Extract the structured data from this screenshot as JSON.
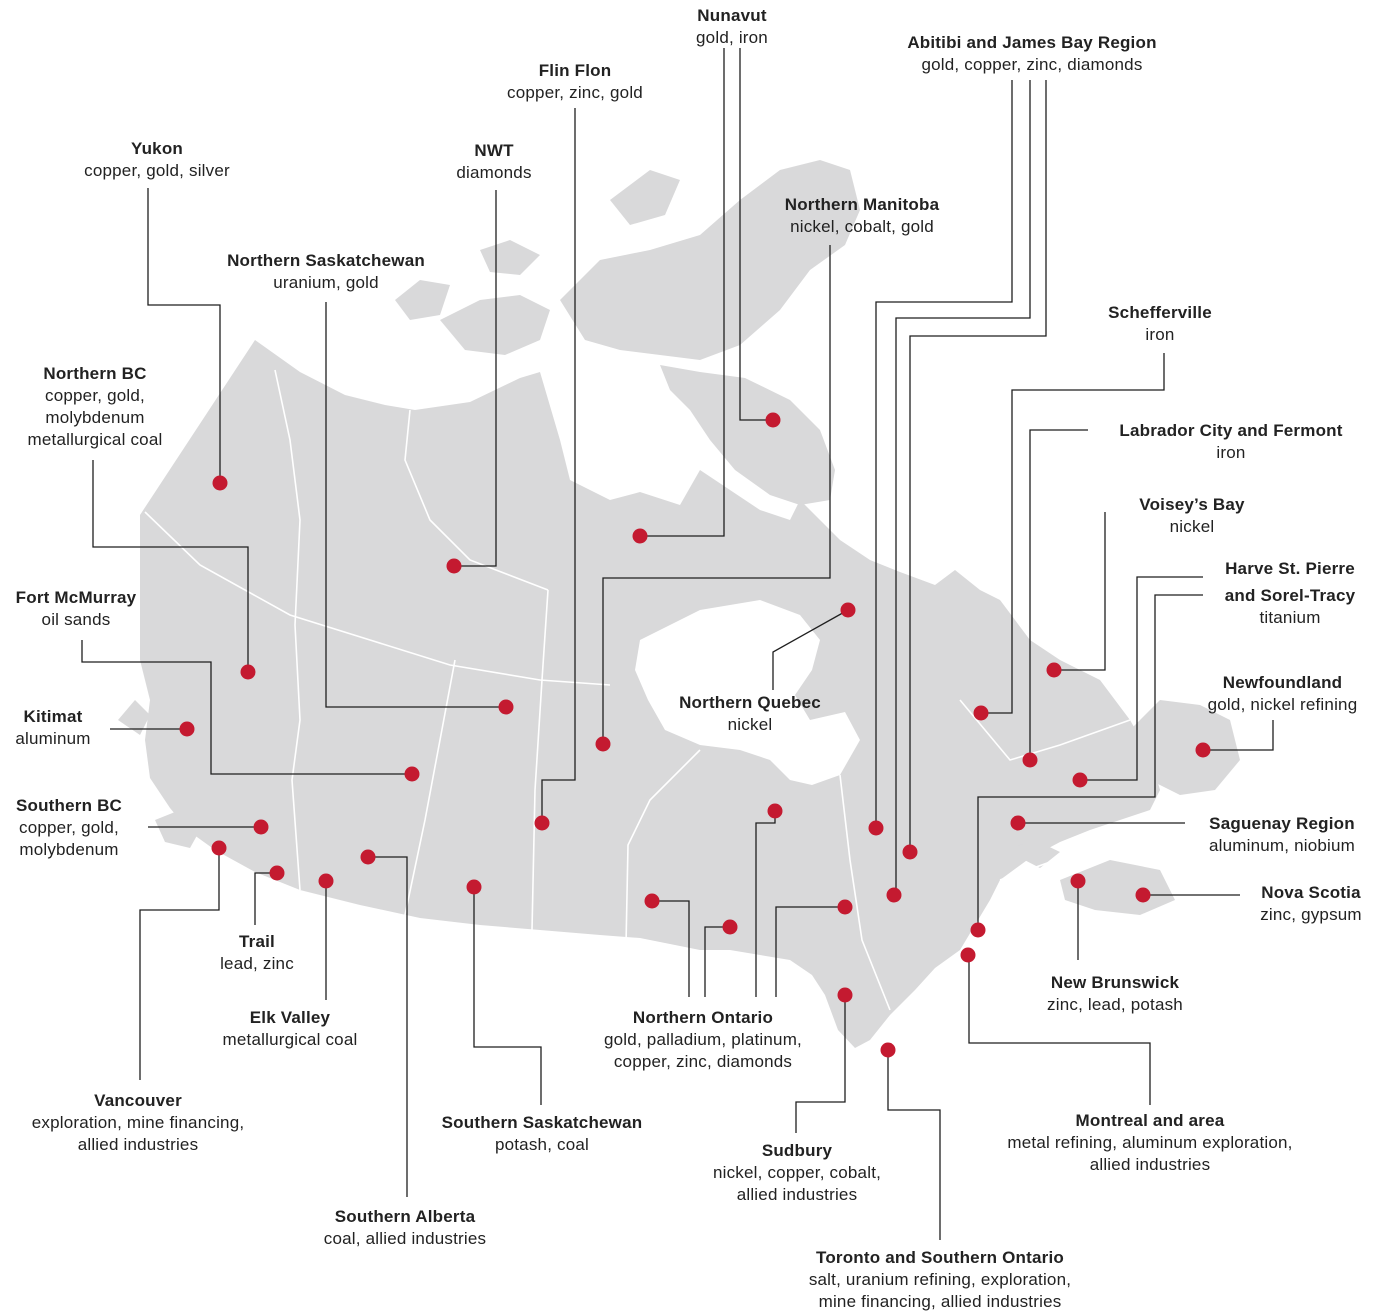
{
  "regions": [
    {
      "id": "nunavut",
      "name": "Nunavut",
      "minerals": "gold, iron"
    },
    {
      "id": "abitibi",
      "name": "Abitibi and James Bay Region",
      "minerals": "gold, copper, zinc, diamonds"
    },
    {
      "id": "flinflon",
      "name": "Flin Flon",
      "minerals": "copper, zinc, gold"
    },
    {
      "id": "yukon",
      "name": "Yukon",
      "minerals": "copper, gold, silver"
    },
    {
      "id": "nwt",
      "name": "NWT",
      "minerals": "diamonds"
    },
    {
      "id": "nman",
      "name": "Northern Manitoba",
      "minerals": "nickel, cobalt, gold"
    },
    {
      "id": "nsask",
      "name": "Northern Saskatchewan",
      "minerals": "uranium, gold"
    },
    {
      "id": "schefferville",
      "name": "Schefferville",
      "minerals": "iron"
    },
    {
      "id": "nbc",
      "name": "Northern BC",
      "minerals": "copper, gold,\nmolybdenum\nmetallurgical coal"
    },
    {
      "id": "labrador",
      "name": "Labrador City and Fermont",
      "minerals": "iron"
    },
    {
      "id": "voisey",
      "name": "Voisey’s Bay",
      "minerals": "nickel"
    },
    {
      "id": "harve",
      "name": "Harve St. Pierre\nand Sorel-Tracy",
      "minerals": "titanium"
    },
    {
      "id": "fortmc",
      "name": "Fort McMurray",
      "minerals": "oil sands"
    },
    {
      "id": "kitimat",
      "name": "Kitimat",
      "minerals": "aluminum"
    },
    {
      "id": "nquebec",
      "name": "Northern Quebec",
      "minerals": "nickel"
    },
    {
      "id": "newfoundland",
      "name": "Newfoundland",
      "minerals": "gold, nickel refining"
    },
    {
      "id": "sbc",
      "name": "Southern BC",
      "minerals": "copper, gold,\nmolybdenum"
    },
    {
      "id": "saguenay",
      "name": "Saguenay Region",
      "minerals": "aluminum, niobium"
    },
    {
      "id": "novascotia",
      "name": "Nova Scotia",
      "minerals": "zinc, gypsum"
    },
    {
      "id": "trail",
      "name": "Trail",
      "minerals": "lead, zinc"
    },
    {
      "id": "newbrunswick",
      "name": "New Brunswick",
      "minerals": "zinc, lead, potash"
    },
    {
      "id": "elkvalley",
      "name": "Elk Valley",
      "minerals": "metallurgical coal"
    },
    {
      "id": "nontario",
      "name": "Northern Ontario",
      "minerals": "gold, palladium, platinum,\ncopper, zinc, diamonds"
    },
    {
      "id": "vancouver",
      "name": "Vancouver",
      "minerals": "exploration, mine financing,\nallied industries"
    },
    {
      "id": "ssask",
      "name": "Southern Saskatchewan",
      "minerals": "potash, coal"
    },
    {
      "id": "montreal",
      "name": "Montreal and area",
      "minerals": "metal refining, aluminum exploration,\nallied industries"
    },
    {
      "id": "sudbury",
      "name": "Sudbury",
      "minerals": "nickel, copper, cobalt,\nallied industries"
    },
    {
      "id": "salberta",
      "name": "Southern Alberta",
      "minerals": "coal, allied industries"
    },
    {
      "id": "toronto",
      "name": "Toronto and Southern Ontario",
      "minerals": "salt, uranium refining, exploration,\nmine financing, allied industries"
    }
  ],
  "colors": {
    "land": "#d9d9da",
    "marker": "#c41a30",
    "leader": "#1f1f1f",
    "text": "#222222"
  }
}
